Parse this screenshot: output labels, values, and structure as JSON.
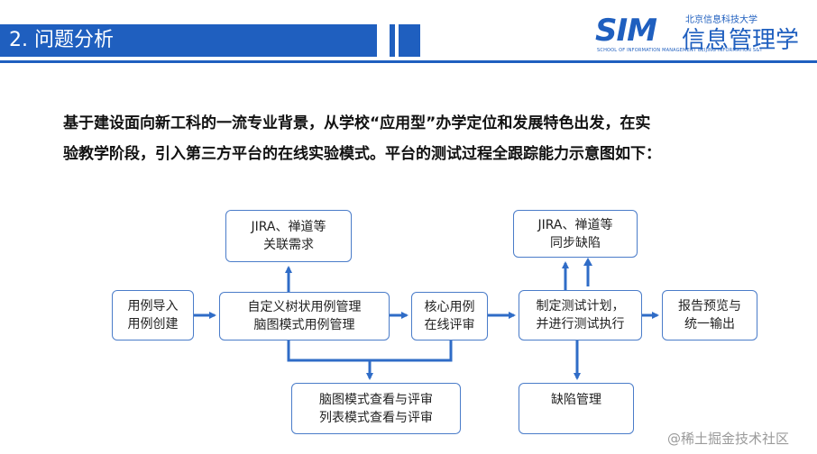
{
  "header": {
    "title": "2. 问题分析",
    "bar_color": "#1f5fbf"
  },
  "logo": {
    "mark": "SIM",
    "cn_small": "北京信息科技大学",
    "cn_big": "信息管理学",
    "en": "SCHOOL OF INFORMATION MANAGEMENT BEIJING INFORMATION S&T"
  },
  "intro": {
    "line1": "基于建设面向新工科的一流专业背景，从学校“应用型”办学定位和发展特色出发，在实",
    "line2": "验教学阶段，引入第三方平台的在线实验模式。平台的测试过程全跟踪能力示意图如下："
  },
  "diagram": {
    "nodes": {
      "jira_req": [
        "JIRA、禅道等",
        "关联需求"
      ],
      "jira_bug": [
        "JIRA、禅道等",
        "同步缺陷"
      ],
      "case_import": [
        "用例导入",
        "用例创建"
      ],
      "tree_mgmt": [
        "自定义树状用例管理",
        "脑图模式用例管理"
      ],
      "core_review": [
        "核心用例",
        "在线评审"
      ],
      "test_plan": [
        "制定测试计划，",
        "并进行测试执行"
      ],
      "report": [
        "报告预览与",
        "统一输出"
      ],
      "view_review": [
        "脑图模式查看与评审",
        "列表模式查看与评审"
      ],
      "defect_mgmt": [
        "缺陷管理"
      ]
    },
    "line_color": "#2f6cc7"
  },
  "watermark": "@稀土掘金技术社区"
}
